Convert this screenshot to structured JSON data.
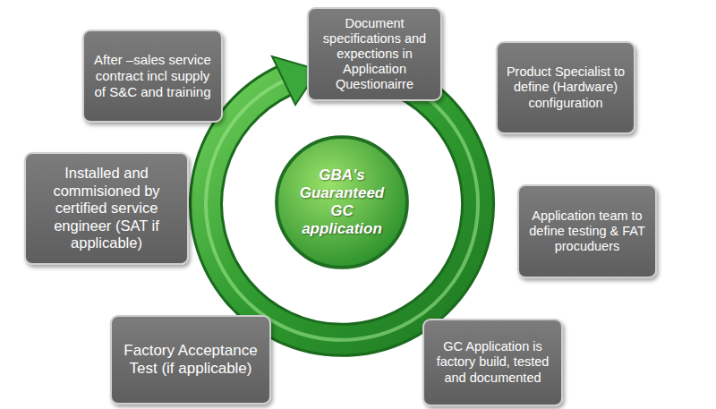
{
  "diagram": {
    "nodes": [
      {
        "text": [
          "Document specifications and expections in Application Questionairre"
        ]
      },
      {
        "text": [
          "Product Specialist to define (Hardware) configuration"
        ]
      },
      {
        "text": [
          "Application team to define testing & FAT procuduers"
        ]
      },
      {
        "text": [
          "GC Application is factory build, tested and documented"
        ]
      },
      {
        "text": [
          "Factory Acceptance Test (if applicable)"
        ]
      },
      {
        "text": [
          "Installed and commisioned by certified service engineer (SAT if applicable)"
        ]
      },
      {
        "text": [
          "After –sales service contract incl supply of S&C and training"
        ]
      },
      {
        "text": [
          "GBA's Guaranteed GC application"
        ]
      }
    ]
  }
}
